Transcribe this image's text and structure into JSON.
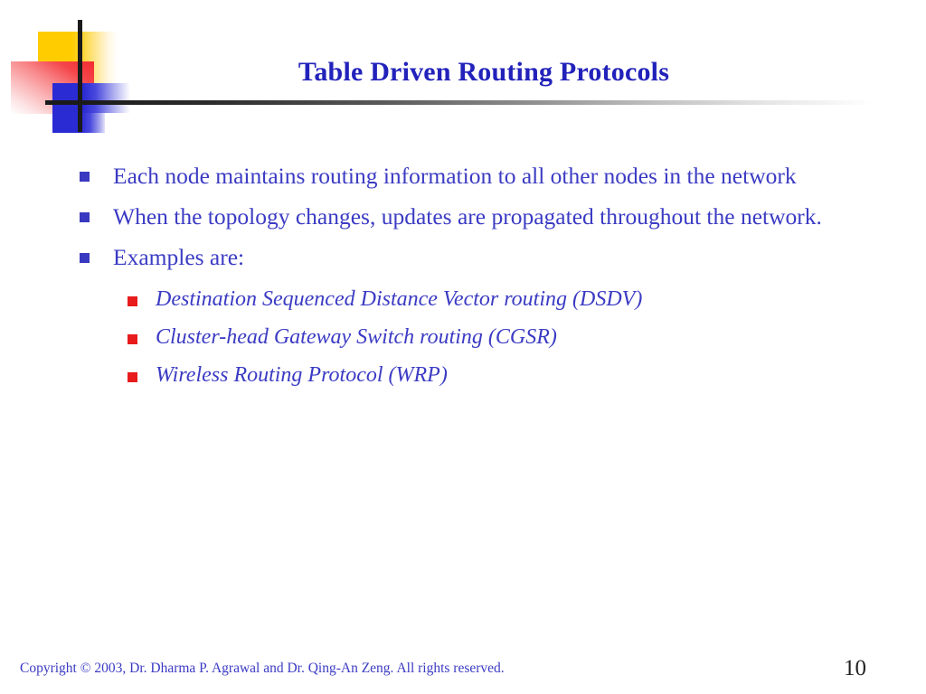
{
  "slide": {
    "title": "Table Driven Routing Protocols",
    "colors": {
      "title": "#2222BB",
      "body_text": "#3B3BC4",
      "bullet_marker": "#3838C0",
      "sub_bullet_marker": "#E81C1C",
      "page_number": "#222222",
      "logo_yellow": "#FFCC00",
      "logo_red": "#F42B30",
      "logo_blue": "#2B2BD4",
      "rule": "#1A1A1A",
      "background": "#FFFFFF"
    },
    "bullets": [
      {
        "text": "Each node maintains routing information to all other nodes in the network"
      },
      {
        "text": "When the topology changes, updates are propagated throughout the network."
      },
      {
        "text": "Examples are:"
      }
    ],
    "sub_bullets": [
      {
        "text": "Destination Sequenced Distance Vector routing (DSDV)"
      },
      {
        "text": "Cluster-head Gateway Switch routing (CGSR)"
      },
      {
        "text": "Wireless Routing Protocol (WRP)"
      }
    ],
    "footer": {
      "copyright": "Copyright © 2003, Dr. Dharma P. Agrawal and Dr. Qing-An Zeng. All rights reserved.",
      "page_number": "10"
    }
  }
}
